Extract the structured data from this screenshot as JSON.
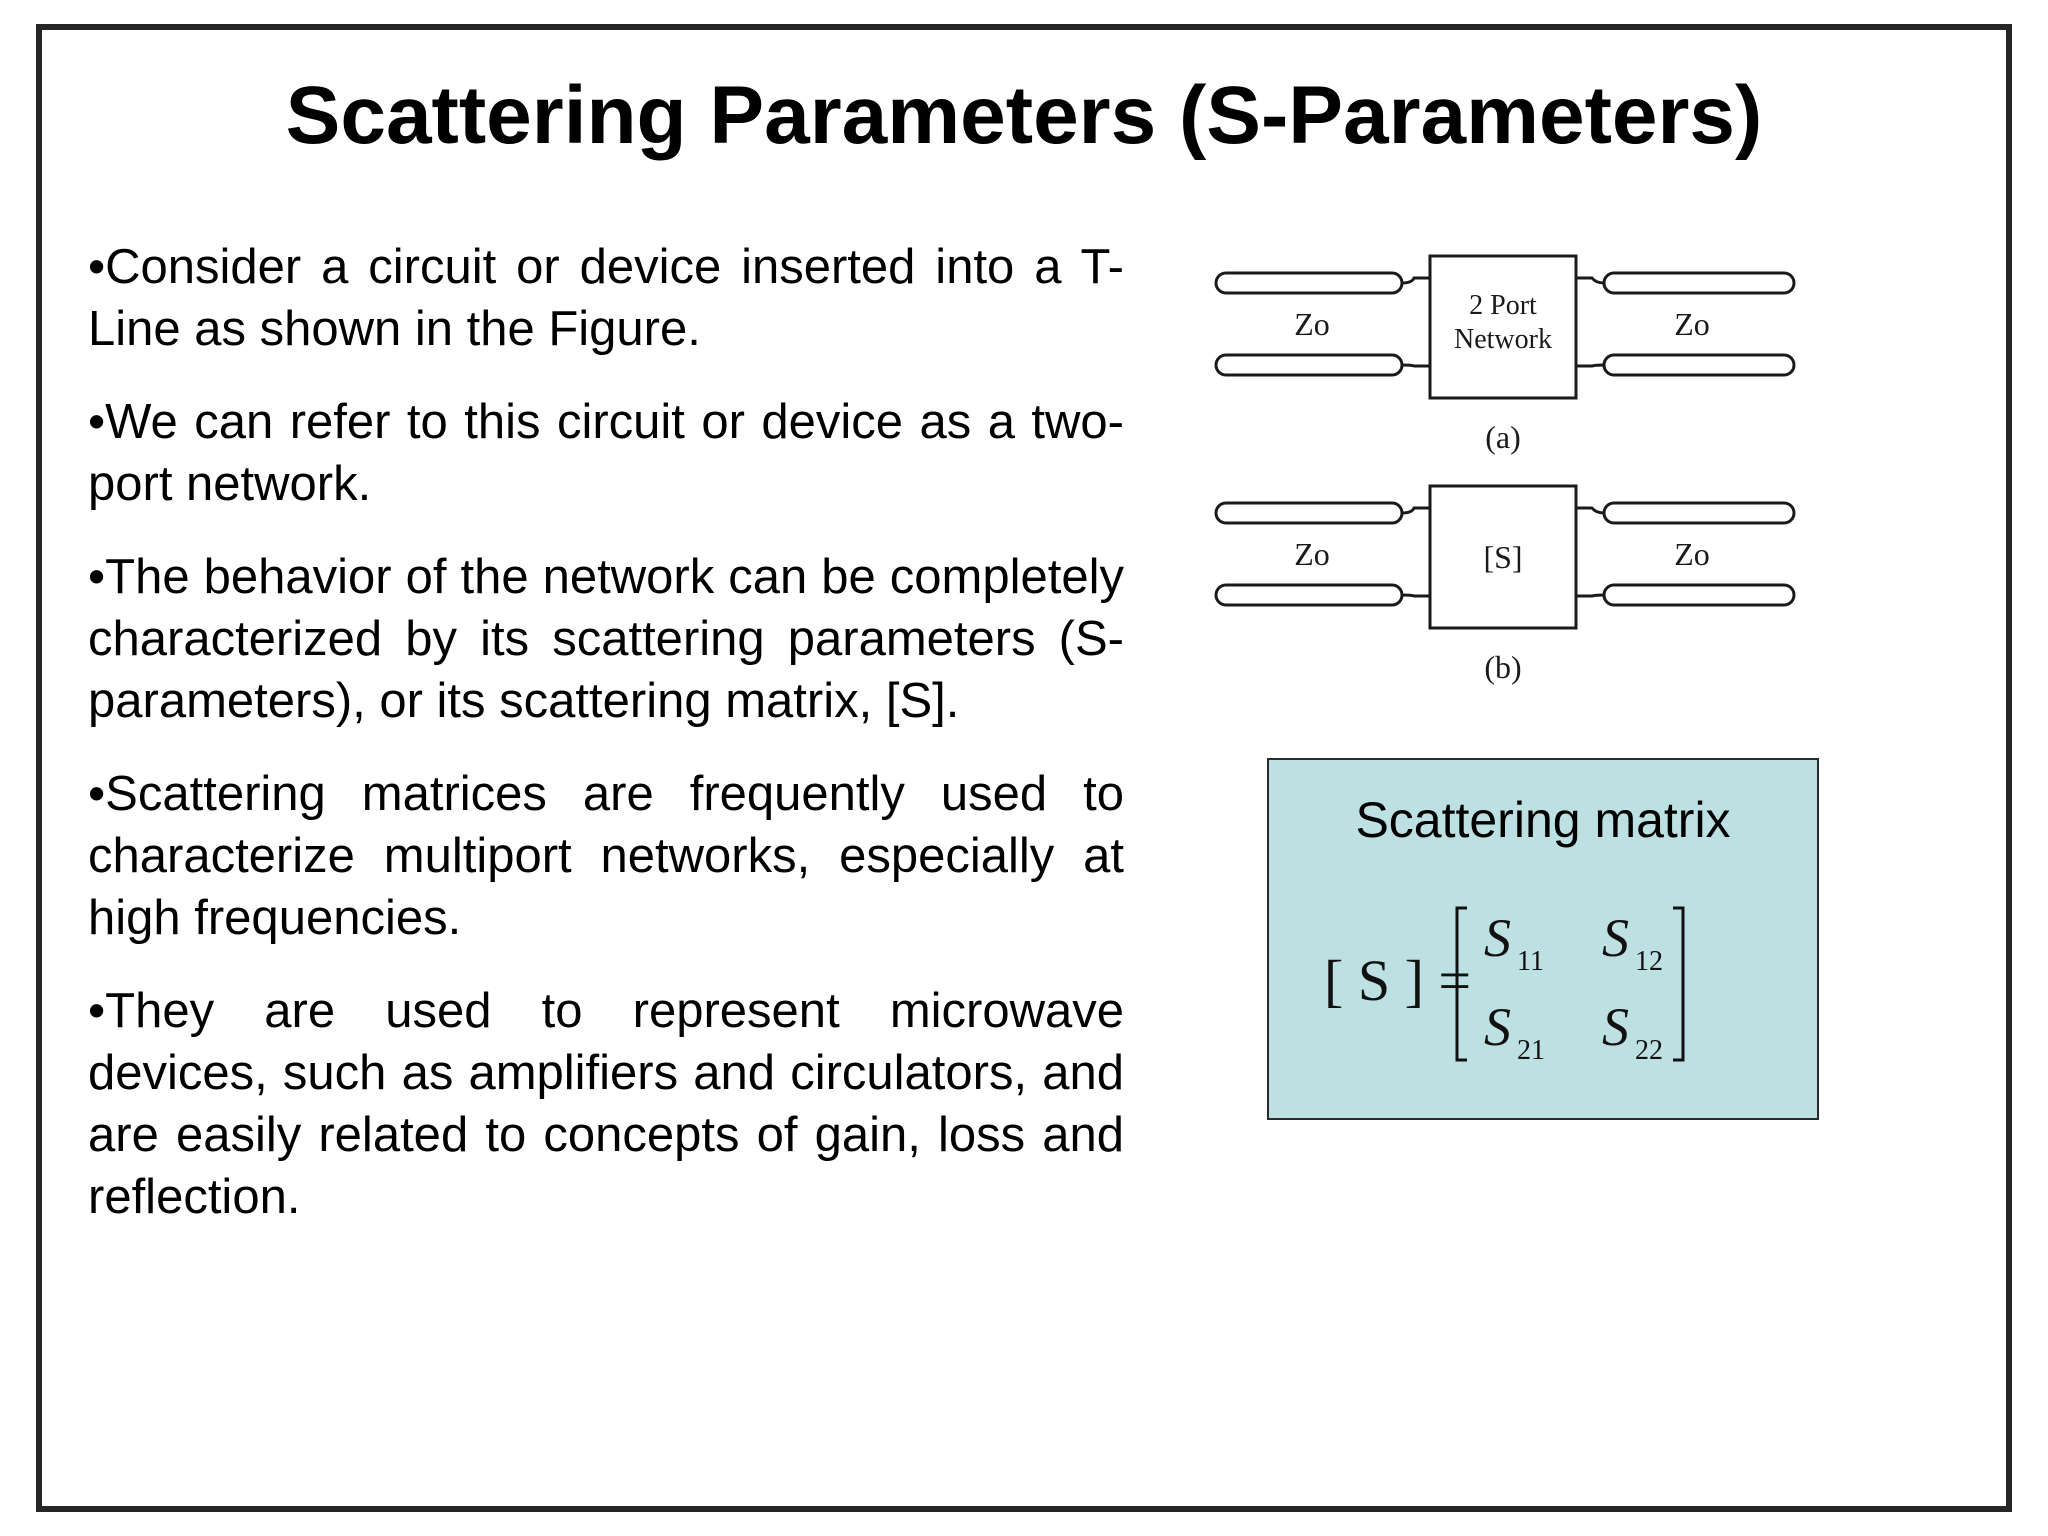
{
  "slide": {
    "title": "Scattering Parameters (S-Parameters)",
    "bullets": [
      "•Consider a circuit or device inserted into a T-Line as shown in the Figure.",
      "•We can refer to this circuit or device as a two-port network.",
      "•The behavior of the network can be completely characterized by its scattering parameters (S-parameters), or its scattering matrix, [S].",
      "•Scattering matrices are frequently used to characterize multiport networks, especially at high frequencies.",
      "•They are used to represent microwave devices, such as amplifiers and circulators, and are easily related to concepts of gain, loss and reflection."
    ]
  },
  "figure": {
    "line_label": "Zo",
    "box_a_line1": "2 Port",
    "box_a_line2": "Network",
    "box_b_label": "[S]",
    "caption_a": "(a)",
    "caption_b": "(b)"
  },
  "matrix": {
    "title": "Scattering matrix",
    "lhs": "[ S ] =",
    "symbol": "S",
    "entries": [
      {
        "sub": "11"
      },
      {
        "sub": "12"
      },
      {
        "sub": "21"
      },
      {
        "sub": "22"
      }
    ],
    "box_color": "#bde0e3"
  }
}
